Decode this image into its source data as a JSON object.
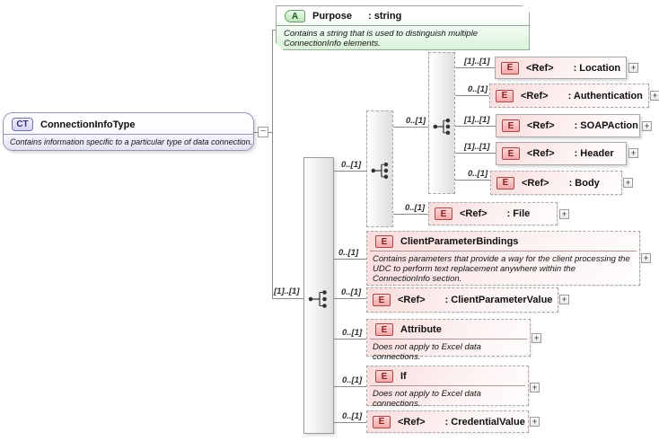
{
  "colors": {
    "line": "#8a8a8a",
    "root_badge_bg": "#d4d4f2",
    "root_badge_border": "#7272a8",
    "root_badge_text": "#34347c",
    "attr_badge_bg": "#bce6bc",
    "attr_badge_border": "#6a9a6a",
    "attr_badge_text": "#1d5c1d",
    "attr_box_bg": "#d8f2d8",
    "elem_badge_bg": "#f2a8a8",
    "elem_badge_border": "#a84848",
    "elem_badge_text": "#8b1f1f",
    "elem_box_tint": "#f9dcdc"
  },
  "ui": {
    "plus": "+",
    "minus": "−"
  },
  "root": {
    "badge": "CT",
    "title": "ConnectionInfoType",
    "description": "Contains information specific to a particular type of data connection."
  },
  "attribute": {
    "badge": "A",
    "name": "Purpose",
    "type": ": string",
    "description": "Contains a string that is used to distinguish multiple ConnectionInfo elements."
  },
  "connectors": {
    "root_to_sequence": "[1]..[1]",
    "sequence_to_group": "0..[1]",
    "group_to_subgroup": "0..[1]"
  },
  "elements": [
    {
      "badge": "E",
      "ref": "<Ref>",
      "name": ": Location",
      "cardinality": "[1]..[1]"
    },
    {
      "badge": "E",
      "ref": "<Ref>",
      "name": ": Authentication",
      "cardinality": "0..[1]"
    },
    {
      "badge": "E",
      "ref": "<Ref>",
      "name": ": SOAPAction",
      "cardinality": "[1]..[1]"
    },
    {
      "badge": "E",
      "ref": "<Ref>",
      "name": ": Header",
      "cardinality": "[1]..[1]"
    },
    {
      "badge": "E",
      "ref": "<Ref>",
      "name": ": Body",
      "cardinality": "0..[1]"
    },
    {
      "badge": "E",
      "ref": "<Ref>",
      "name": ": File",
      "cardinality": "0..[1]"
    },
    {
      "badge": "E",
      "title": "ClientParameterBindings",
      "cardinality": "0..[1]",
      "description": "Contains parameters that provide a way for the client processing the UDC to perform text replacement anywhere within the ConnectionInfo section."
    },
    {
      "badge": "E",
      "ref": "<Ref>",
      "name": ": ClientParameterValue",
      "cardinality": "0..[1]"
    },
    {
      "badge": "E",
      "title": "Attribute",
      "cardinality": "0..[1]",
      "description": "Does not apply to Excel data connections."
    },
    {
      "badge": "E",
      "title": "If",
      "cardinality": "0..[1]",
      "description": "Does not apply to Excel data connections."
    },
    {
      "badge": "E",
      "ref": "<Ref>",
      "name": ": CredentialValue",
      "cardinality": "0..[1]"
    }
  ]
}
